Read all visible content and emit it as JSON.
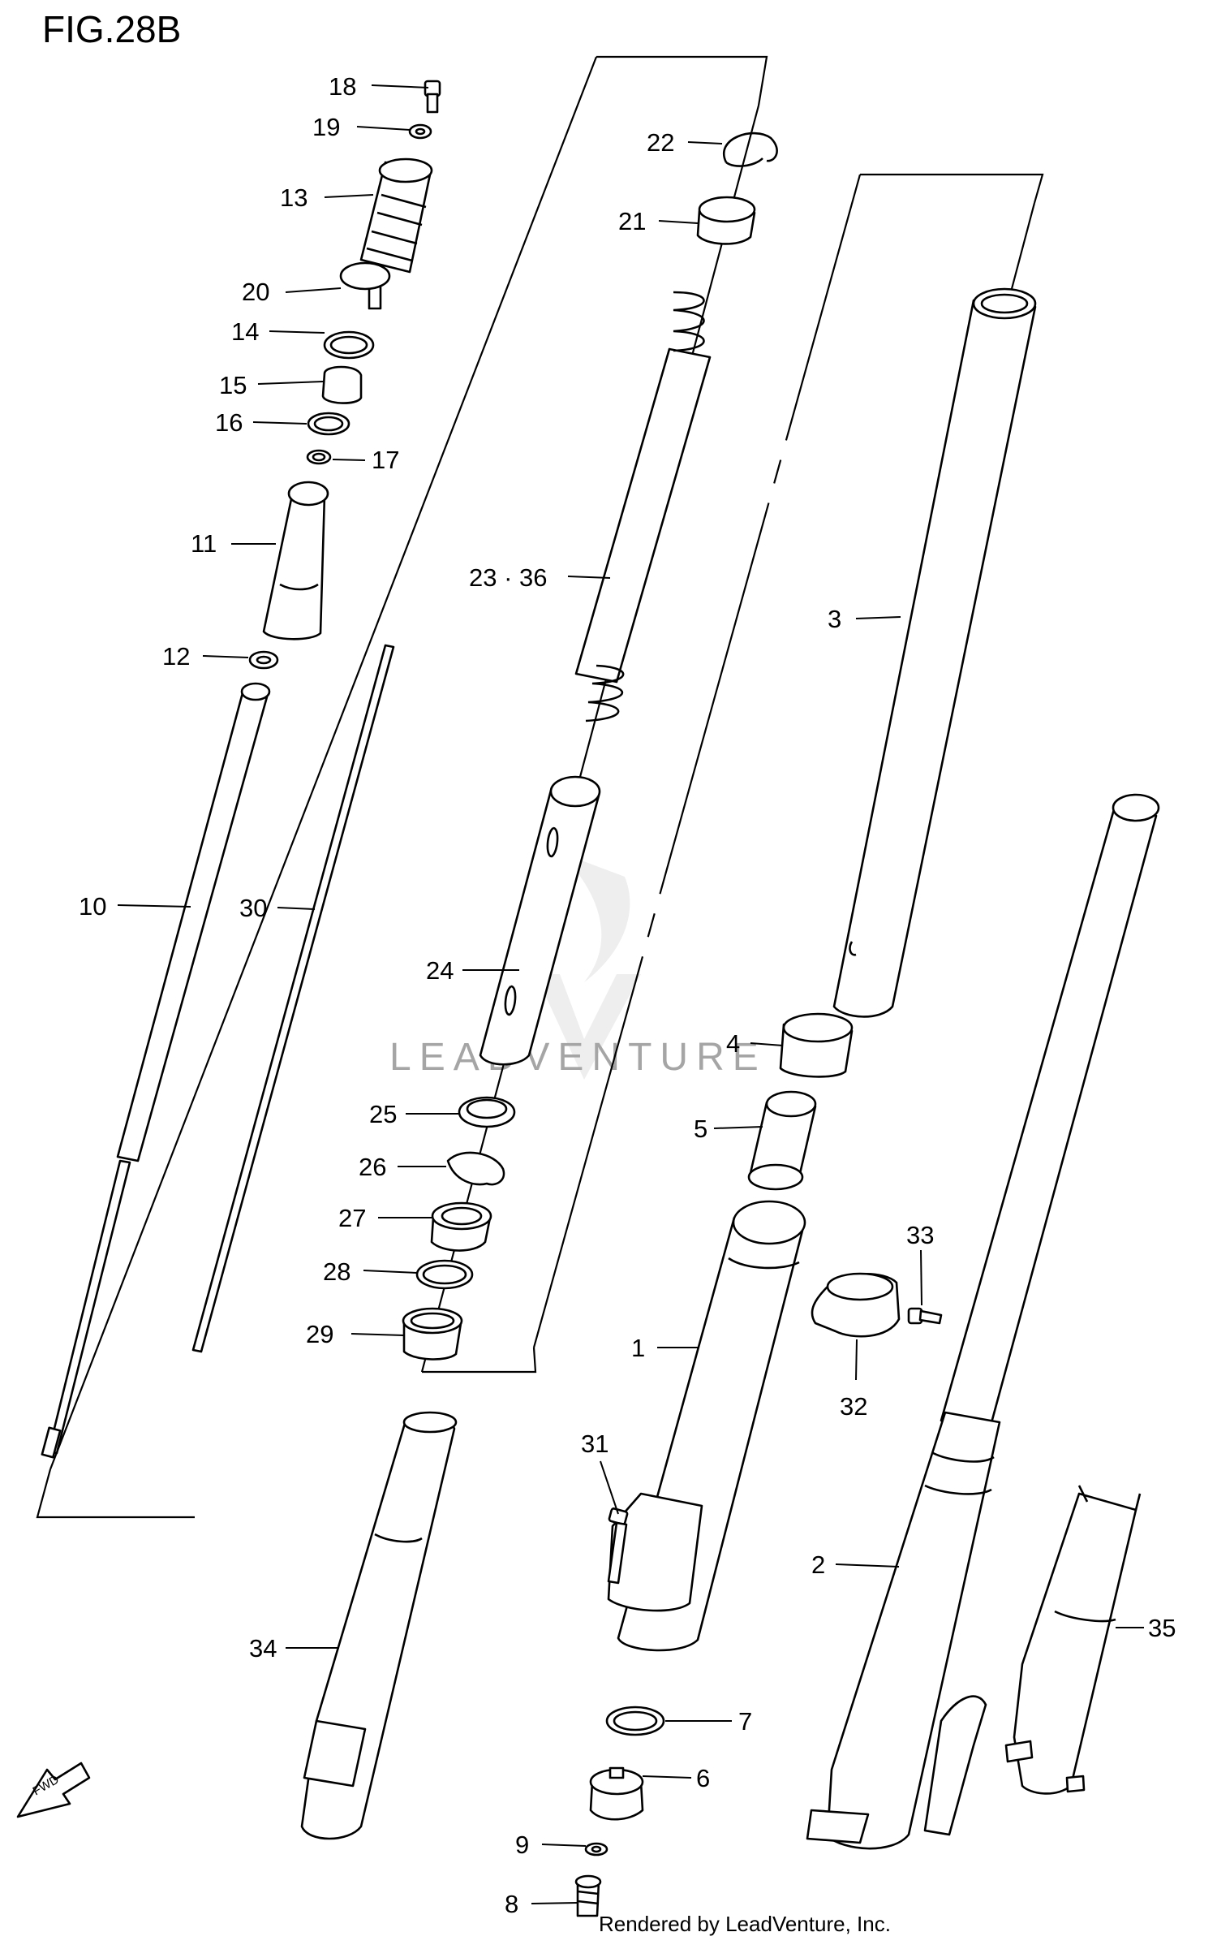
{
  "figure": {
    "title": "FIG.28B",
    "watermark": "LEADVENTURE",
    "fwd_label": "FWD",
    "footer": "Rendered by LeadVenture, Inc."
  },
  "callouts": {
    "1": "1",
    "2": "2",
    "3": "3",
    "4": "4",
    "5": "5",
    "6": "6",
    "7": "7",
    "8": "8",
    "9": "9",
    "10": "10",
    "11": "11",
    "12": "12",
    "13": "13",
    "14": "14",
    "15": "15",
    "16": "16",
    "17": "17",
    "18": "18",
    "19": "19",
    "20": "20",
    "21": "21",
    "22": "22",
    "23_36": "23 · 36",
    "24": "24",
    "25": "25",
    "26": "26",
    "27": "27",
    "28": "28",
    "29": "29",
    "30": "30",
    "31": "31",
    "32": "32",
    "33": "33",
    "34": "34",
    "35": "35"
  }
}
